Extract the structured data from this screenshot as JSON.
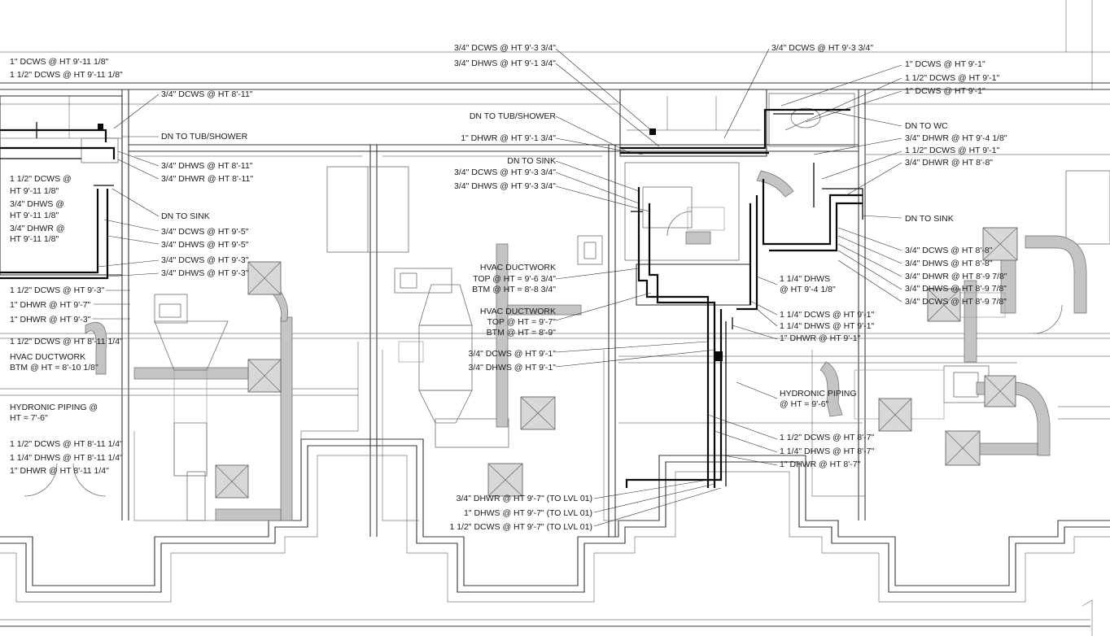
{
  "drawing": {
    "labels": [
      "1\" DCWS @ HT 9'-11 1/8\"",
      "1 1/2\" DCWS @ HT 9'-11 1/8\"",
      "3/4\" DCWS @ HT 8'-11\"",
      "DN TO TUB/SHOWER",
      "3/4\" DHWS @ HT 8'-11\"",
      "3/4\" DHWR @ HT 8'-11\"",
      "1 1/2\" DCWS @",
      "HT 9'-11 1/8\"",
      "3/4\" DHWS @",
      "HT 9'-11 1/8\"",
      "3/4\" DHWR @",
      "HT 9'-11 1/8\"",
      "DN TO SINK",
      "3/4\" DCWS @ HT 9'-5\"",
      "3/4\" DHWS @ HT 9'-5\"",
      "3/4\" DCWS @ HT 9'-3\"",
      "3/4\" DHWS @ HT 9'-3\"",
      "1 1/2\" DCWS @ HT 9'-3\"",
      "1\" DHWR @ HT 9'-7\"",
      "1\" DHWR @ HT 9'-3\"",
      "1 1/2\" DCWS @ HT 8'-11 1/4\"",
      "HVAC DUCTWORK",
      "BTM @ HT = 8'-10 1/8\"",
      "HYDRONIC PIPING @",
      "HT = 7'-6\"",
      "1 1/2\" DCWS @ HT 8'-11 1/4\"",
      "1 1/4\" DHWS @ HT 8'-11 1/4\"",
      "1\" DHWR @ HT 8'-11 1/4\"",
      "3/4\" DCWS @ HT 9'-3 3/4\"",
      "3/4\" DHWS @ HT 9'-1 3/4\"",
      "DN TO TUB/SHOWER",
      "1\" DHWR @ HT 9'-1 3/4\"",
      "DN TO SINK",
      "3/4\" DCWS @ HT 9'-3 3/4\"",
      "3/4\" DHWS @ HT 9'-3 3/4\"",
      "HVAC DUCTWORK",
      "TOP @ HT = 9'-6 3/4\"",
      "BTM @ HT = 8'-8 3/4\"",
      "HVAC DUCTWORK",
      "TOP @ HT = 9'-7\"",
      "BTM @ HT = 8'-9\"",
      "3/4\" DCWS @ HT 9'-1\"",
      "3/4\" DHWS @ HT 9'-1\"",
      "3/4\" DHWR @ HT 9'-7\" (TO LVL 01)",
      "1\" DHWS @ HT 9'-7\" (TO LVL 01)",
      "1 1/2\" DCWS @ HT 9'-7\" (TO LVL 01)",
      "3/4\" DCWS @ HT 9'-3 3/4\"",
      "1\" DCWS @ HT 9'-1\"",
      "1 1/2\" DCWS @ HT 9'-1\"",
      "1\" DCWS @ HT 9'-1\"",
      "DN TO WC",
      "3/4\" DHWR @ HT 9'-4 1/8\"",
      "1 1/2\" DCWS @ HT 9'-1\"",
      "3/4\" DHWR @ HT 8'-8\"",
      "DN TO SINK",
      "3/4\" DCWS @ HT 8'-8\"",
      "3/4\" DHWS @ HT 8'-8\"",
      "3/4\" DHWR @ HT 8'-9 7/8\"",
      "3/4\" DHWS @ HT 8'-9 7/8\"",
      "3/4\" DCWS @ HT 8'-9 7/8\"",
      "1 1/4\" DHWS",
      "@ HT 9'-4 1/8\"",
      "1 1/4\" DCWS @ HT 9'-1\"",
      "1 1/4\" DHWS @ HT 9'-1\"",
      "1\" DHWR @ HT 9'-1\"",
      "HYDRONIC PIPING",
      "@ HT = 9'-6\"",
      "1 1/2\" DCWS @ HT 8'-7\"",
      "1 1/4\" DHWS @ HT 8'-7\"",
      "1\" DHWR @ HT 8'-7\""
    ]
  },
  "colors": {
    "background": "#ffffff",
    "linework": "#3a3a3a",
    "pipe": "#0a0a0a",
    "duct": "#c4c4c4"
  }
}
